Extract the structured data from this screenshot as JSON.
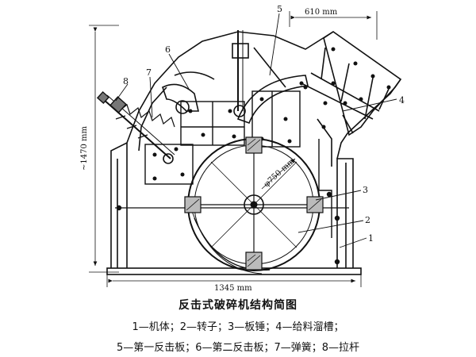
{
  "dimensions": {
    "top_width": "610 mm",
    "height": "~1470 mm",
    "bottom_width": "1345 mm",
    "rotor_dia": "φ750 mm"
  },
  "callouts": [
    "1",
    "2",
    "3",
    "4",
    "5",
    "6",
    "7",
    "8"
  ],
  "caption": {
    "title": "反击式破碎机结构简图",
    "legend_line1": "1—机体；2—转子；3—板锤；4—给料溜槽；",
    "legend_line2": "5—第一反击板；6—第二反击板；7—弹簧；8—拉杆"
  }
}
